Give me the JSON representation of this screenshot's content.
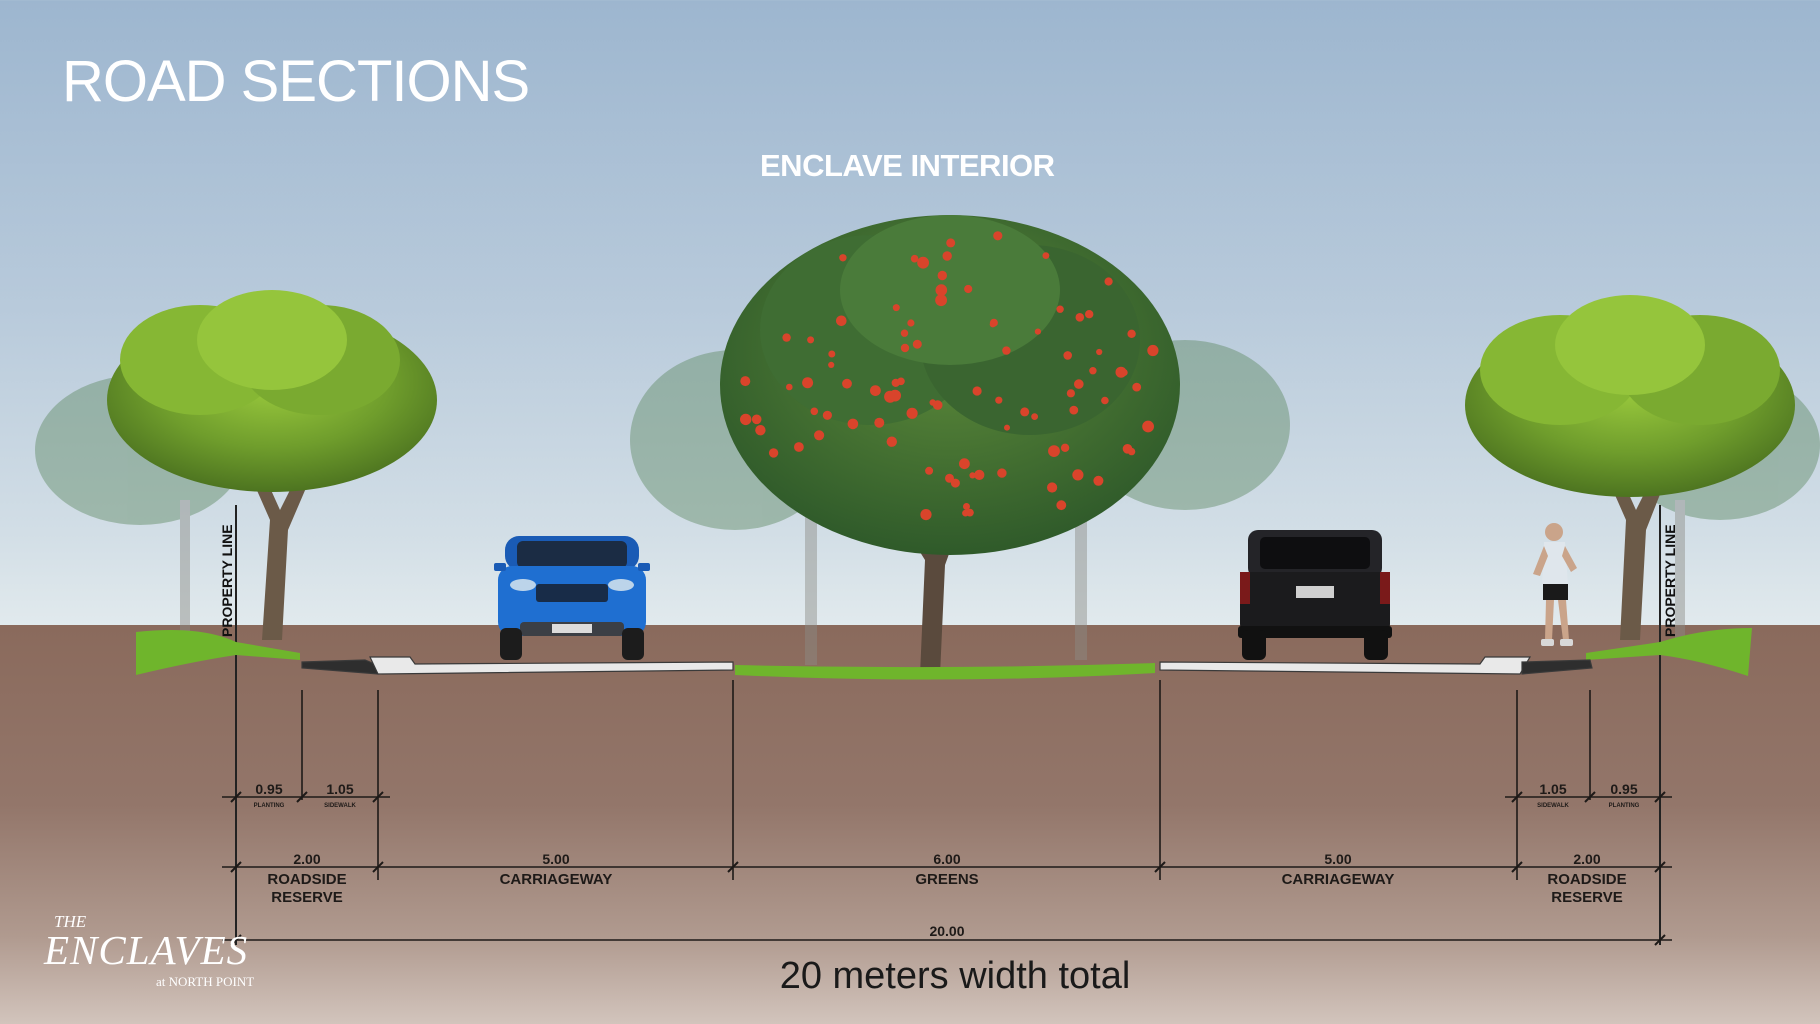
{
  "header": {
    "title": "ROAD SECTIONS"
  },
  "section": {
    "title": "ENCLAVE INTERIOR"
  },
  "property_line": {
    "left_label": "PROPERTY LINE",
    "right_label": "PROPERTY LINE"
  },
  "dimensions": {
    "left_sub": [
      {
        "value": "0.95",
        "label": "PLANTING"
      },
      {
        "value": "1.05",
        "label": "SIDEWALK"
      }
    ],
    "right_sub": [
      {
        "value": "1.05",
        "label": "SIDEWALK"
      },
      {
        "value": "0.95",
        "label": "PLANTING"
      }
    ],
    "main": [
      {
        "value": "2.00",
        "label_line1": "ROADSIDE",
        "label_line2": "RESERVE"
      },
      {
        "value": "5.00",
        "label_line1": "CARRIAGEWAY",
        "label_line2": ""
      },
      {
        "value": "6.00",
        "label_line1": "GREENS",
        "label_line2": ""
      },
      {
        "value": "5.00",
        "label_line1": "CARRIAGEWAY",
        "label_line2": ""
      },
      {
        "value": "2.00",
        "label_line1": "ROADSIDE",
        "label_line2": "RESERVE"
      }
    ],
    "total": {
      "value": "20.00"
    }
  },
  "caption": "20 meters width total",
  "logo": {
    "line1": "THE",
    "line2": "ENCLAVES",
    "line3": "at NORTH POINT"
  },
  "colors": {
    "soil": "#8a6a5c",
    "grass": "#6fb52c",
    "foliage": "#6f9d2c",
    "flowers": "#d9442b",
    "blue_car": "#1f6fd1",
    "black_car": "#1b1b1d"
  }
}
